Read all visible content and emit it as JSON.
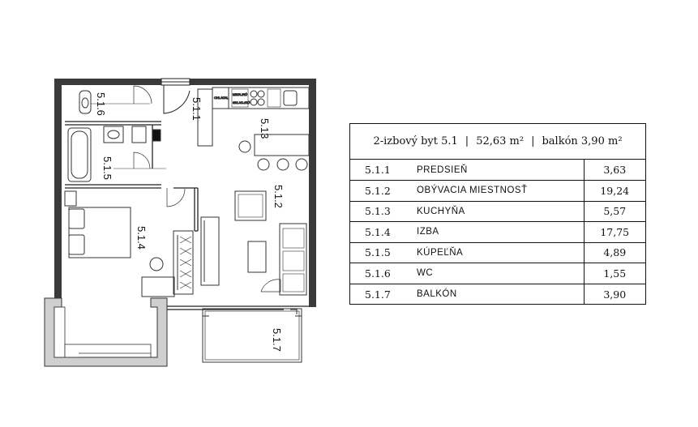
{
  "plan": {
    "rooms": [
      {
        "label": "5.1.1"
      },
      {
        "label": "5.1.2"
      },
      {
        "label": "5.13"
      },
      {
        "label": "5.1.4"
      },
      {
        "label": "5.1.5"
      },
      {
        "label": "5.1.6"
      },
      {
        "label": "5.1.7"
      }
    ],
    "kitchen_tiny": [
      "CHLADN.",
      "MIKR./RÚ",
      "SKLAD./RÚ"
    ]
  },
  "legend": {
    "title": "2-izbový byt 5.1",
    "area_label": "52,63 m²",
    "balcony_label": "balkón 3,90 m²",
    "separator": "|",
    "rows": [
      {
        "num": "5.1.1",
        "name": "PREDSIEŇ",
        "area": "3,63"
      },
      {
        "num": "5.1.2",
        "name": "OBÝVACIA MIESTNOSŤ",
        "area": "19,24"
      },
      {
        "num": "5.1.3",
        "name": "KUCHYŇA",
        "area": "5,57"
      },
      {
        "num": "5.1.4",
        "name": "IZBA",
        "area": "17,75"
      },
      {
        "num": "5.1.5",
        "name": "KÚPEĽŇA",
        "area": "4,89"
      },
      {
        "num": "5.1.6",
        "name": "WC",
        "area": "1,55"
      },
      {
        "num": "5.1.7",
        "name": "BALKÓN",
        "area": "3,90"
      }
    ]
  }
}
